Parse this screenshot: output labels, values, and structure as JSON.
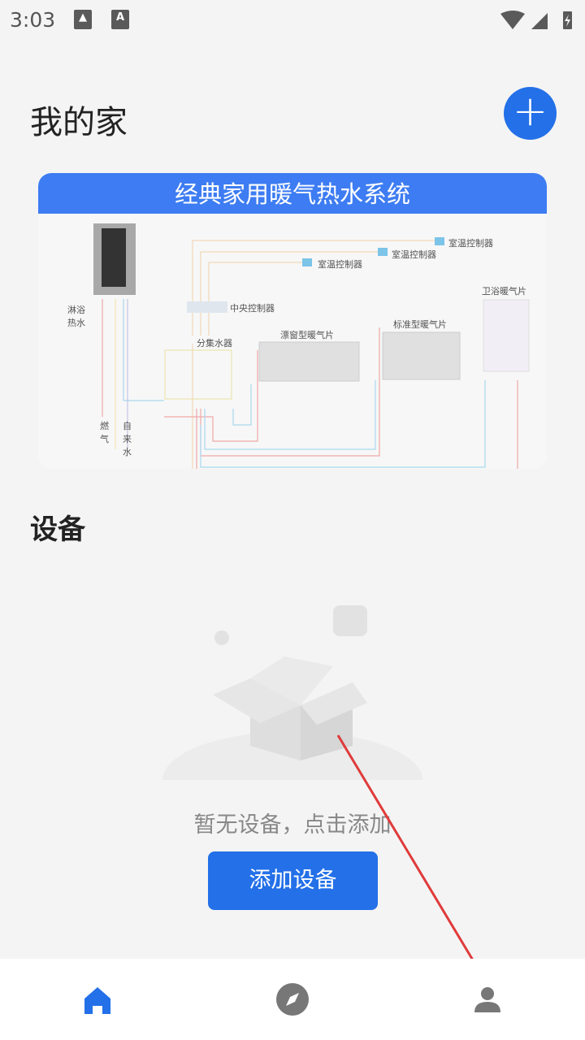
{
  "status_bar": {
    "time": "3:03",
    "icons": [
      "image-icon",
      "font-download-icon",
      "wifi-icon",
      "signal-icon",
      "battery-charging-icon"
    ]
  },
  "header": {
    "title": "我的家",
    "add_button": "+"
  },
  "banner": {
    "title": "经典家用暖气热水系统",
    "labels": {
      "thermostat1": "室温控制器",
      "thermostat2": "室温控制器",
      "thermostat3": "室温控制器",
      "central": "中央控制器",
      "shower": "淋浴\n热水",
      "manifold": "分集水器",
      "radiator1": "漂窗型暖气片",
      "radiator2": "标准型暖气片",
      "radiator3": "卫浴暖气片",
      "gas": "燃\n气",
      "water": "自\n来\n水"
    }
  },
  "devices": {
    "title": "设备",
    "empty_text": "暂无设备，点击添加",
    "add_button": "添加设备"
  },
  "bottom_nav": {
    "items": [
      "home-icon",
      "discover-icon",
      "profile-icon"
    ],
    "active_color": "#2370e8",
    "inactive_color": "#777777"
  },
  "colors": {
    "accent": "#2370e8",
    "banner": "#3d7cf2"
  }
}
